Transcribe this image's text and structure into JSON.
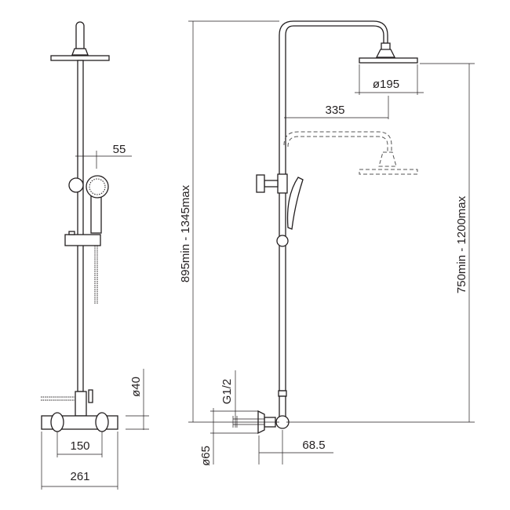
{
  "diagram": {
    "left_view": {
      "dim_hand_shower_offset": "55",
      "dim_pipe_diameter": "ø40",
      "dim_valve_centres": "150",
      "dim_valve_width": "261"
    },
    "right_view": {
      "dim_total_height": "895min - 1345max",
      "dim_inlet_thread": "G1/2",
      "dim_flange_diameter": "ø65",
      "dim_wall_offset": "68.5",
      "dim_arm_reach": "335",
      "dim_head_diameter": "ø195",
      "dim_head_height": "750min - 1200max"
    }
  }
}
